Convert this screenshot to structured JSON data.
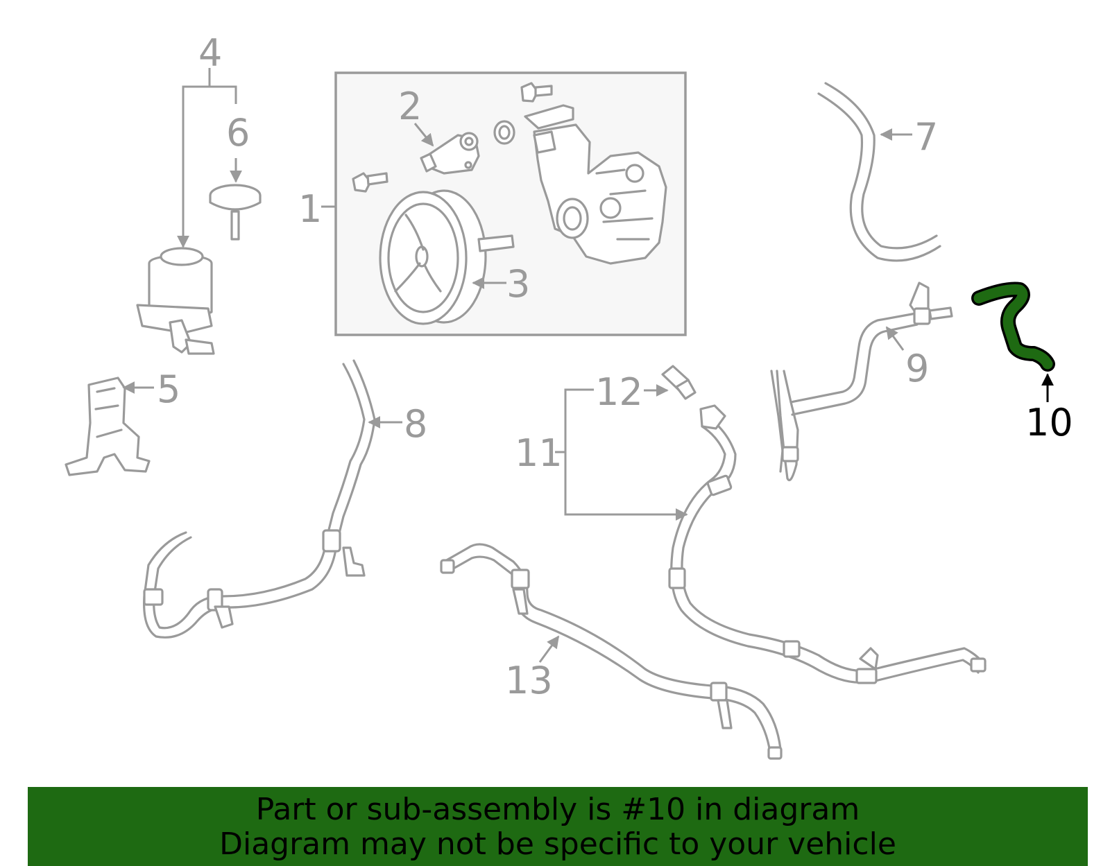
{
  "callouts": {
    "c1": "1",
    "c2": "2",
    "c3": "3",
    "c4": "4",
    "c5": "5",
    "c6": "6",
    "c7": "7",
    "c8": "8",
    "c9": "9",
    "c10": "10",
    "c11": "11",
    "c12": "12",
    "c13": "13"
  },
  "banner": {
    "line1": "Part or sub-assembly is #10 in diagram",
    "line2": "Diagram may not be specific to your vehicle"
  },
  "colors": {
    "highlight": "#1e6a12",
    "parts": "#9a9a9a",
    "banner_bg": "#1e6a12",
    "banner_text": "#000000"
  }
}
